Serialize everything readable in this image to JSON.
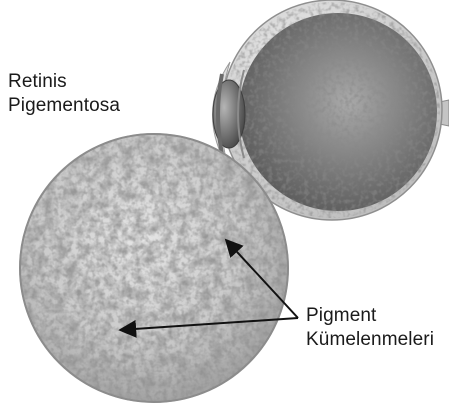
{
  "diagram": {
    "title_lines": [
      "Retinis",
      "Pigementosa"
    ],
    "callout_lines": [
      "Pigment",
      "Kümelenmeleri"
    ],
    "colors": {
      "background": "#ffffff",
      "text": "#1a1a1a",
      "arrow": "#111111",
      "retina_light": "#e4e4e4",
      "retina_dark": "#9a9a9a",
      "pigment": "#6e6e6e",
      "sclera": "#d6d6d6",
      "lens": "#5f5f5f"
    },
    "icons": [
      "eyeball-cross-section-icon",
      "retina-magnified-view-icon",
      "arrow-icon"
    ]
  }
}
